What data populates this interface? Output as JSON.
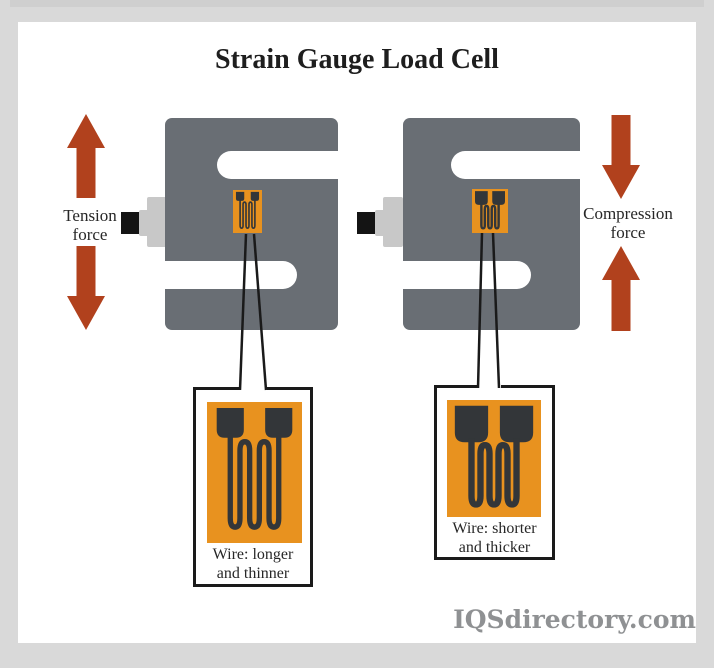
{
  "title": "Strain Gauge Load Cell",
  "left": {
    "force_line1": "Tension",
    "force_line2": "force",
    "callout_line1": "Wire: longer",
    "callout_line2": "and thinner"
  },
  "right": {
    "force_line1": "Compression",
    "force_line2": "force",
    "callout_line1": "Wire: shorter",
    "callout_line2": "and thicker"
  },
  "watermark": "IQSdirectory.com",
  "colors": {
    "background_frame": "#d9d9d9",
    "panel": "#ffffff",
    "load_cell_gray": "#696e74",
    "connector_light_gray": "#c8c8c8",
    "connector_black": "#141414",
    "gauge_orange": "#e8921f",
    "gauge_pattern_dark": "#333639",
    "arrow_rust": "#b1411d",
    "text_dark": "#272727",
    "watermark_gray": "#8f9193"
  }
}
